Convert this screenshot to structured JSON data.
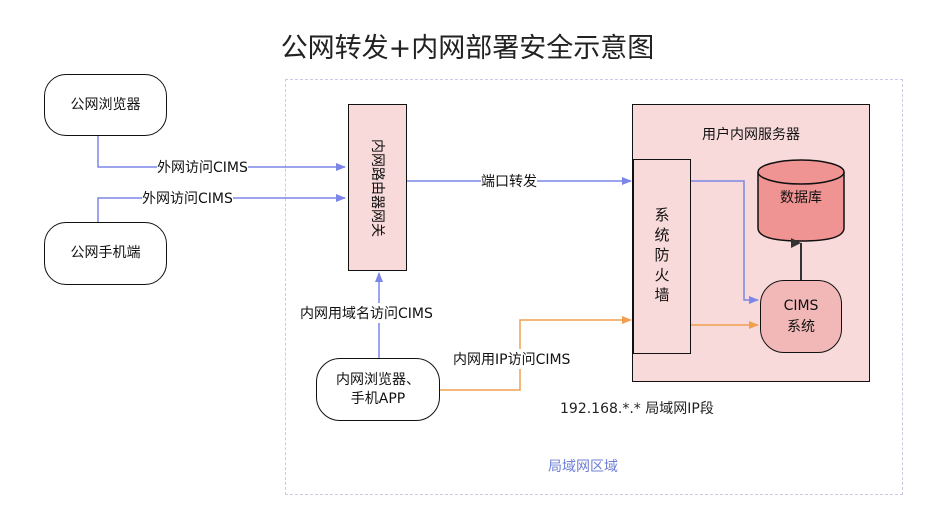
{
  "title": "公网转发+内网部署安全示意图",
  "nodes": {
    "public_browser": "公网浏览器",
    "public_mobile": "公网手机端",
    "router": "内网路由器网关",
    "lan_client_line1": "内网浏览器、",
    "lan_client_line2": "手机APP",
    "server_box": "用户内网服务器",
    "firewall": "系统防火墙",
    "database": "数据库",
    "cims_line1": "CIMS",
    "cims_line2": "系统"
  },
  "edges": {
    "browser_to_router": "外网访问CIMS",
    "mobile_to_router": "外网访问CIMS",
    "router_to_firewall": "端口转发",
    "lan_domain": "内网用域名访问CIMS",
    "lan_ip": "内网用IP访问CIMS"
  },
  "notes": {
    "ip_segment": "192.168.*.* 局域网IP段",
    "lan_zone": "局域网区域"
  },
  "colors": {
    "blue_arrow": "#7b86e8",
    "orange_arrow": "#f0a050",
    "pink_fill": "#f9dada",
    "db_fill": "#f09393",
    "cims_fill": "#f2b8b8"
  }
}
